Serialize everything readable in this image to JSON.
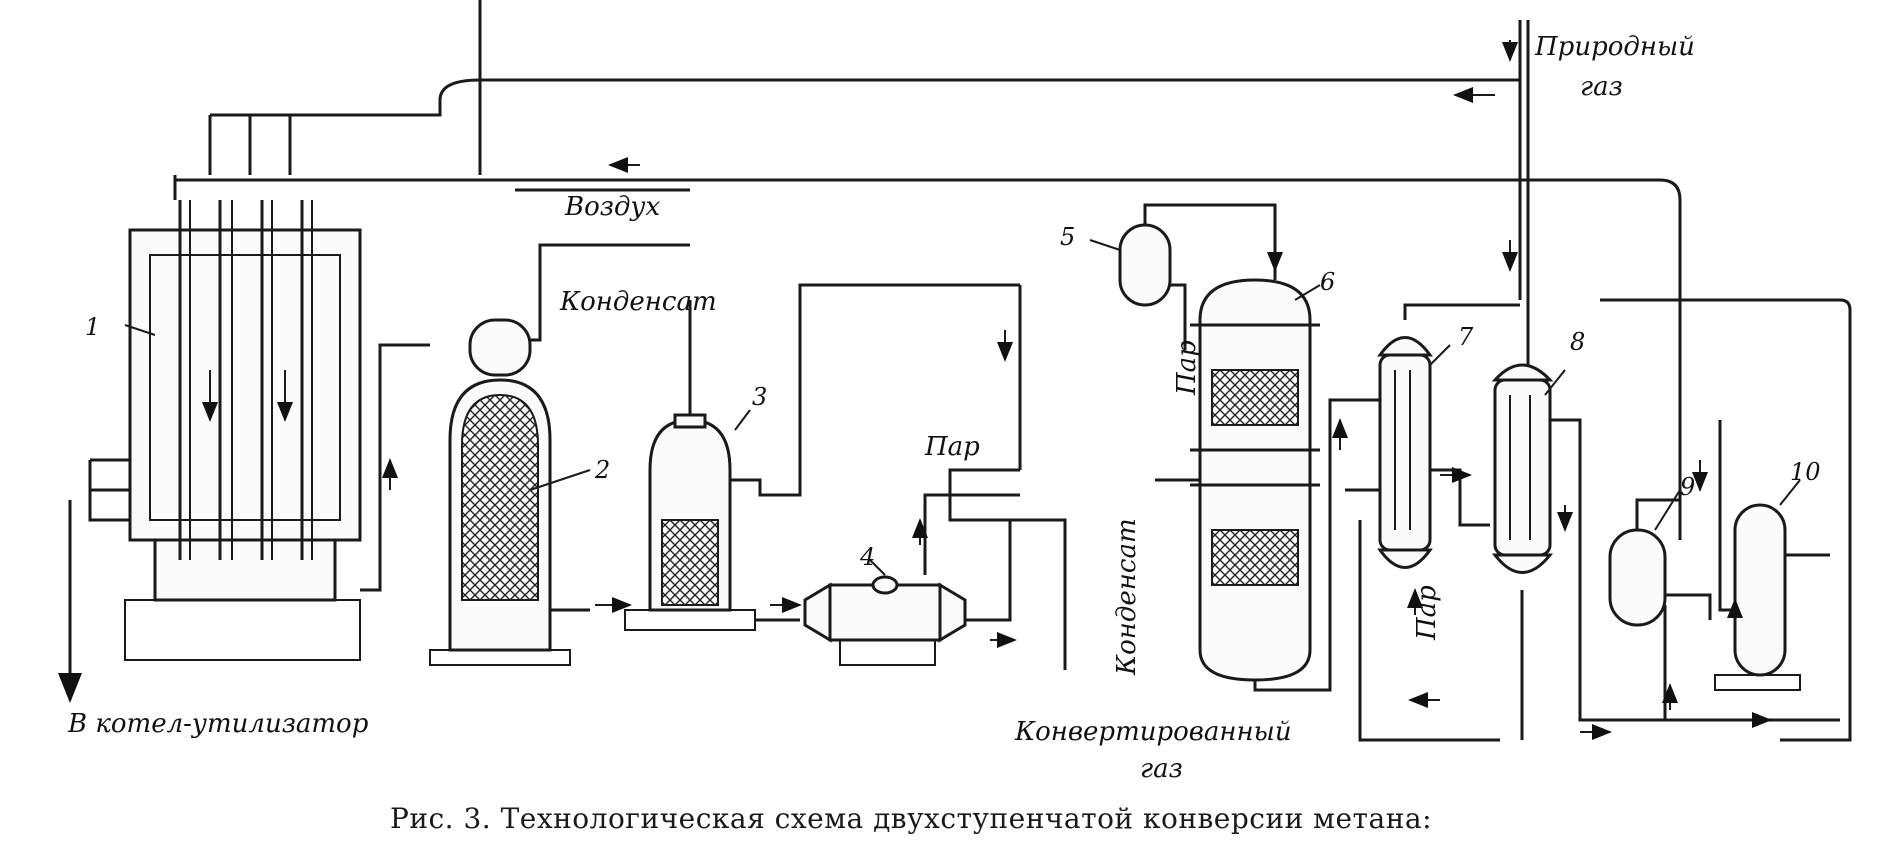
{
  "labels": {
    "natural_gas": "Природный газ",
    "air": "Воздух",
    "condensate_top": "Конденсат",
    "steam_a": "Пар",
    "steam_b": "Пар",
    "steam_c": "Пар",
    "condensate_vertical": "Конденсат",
    "to_boiler": "В котел-утилизатор",
    "converted_gas": "Конвертированный газ"
  },
  "equipment_numbers": [
    "1",
    "2",
    "3",
    "4",
    "5",
    "6",
    "7",
    "8",
    "9",
    "10"
  ],
  "caption": "Рис. 3. Технологическая схема двухступенчатой конверсии метана:"
}
